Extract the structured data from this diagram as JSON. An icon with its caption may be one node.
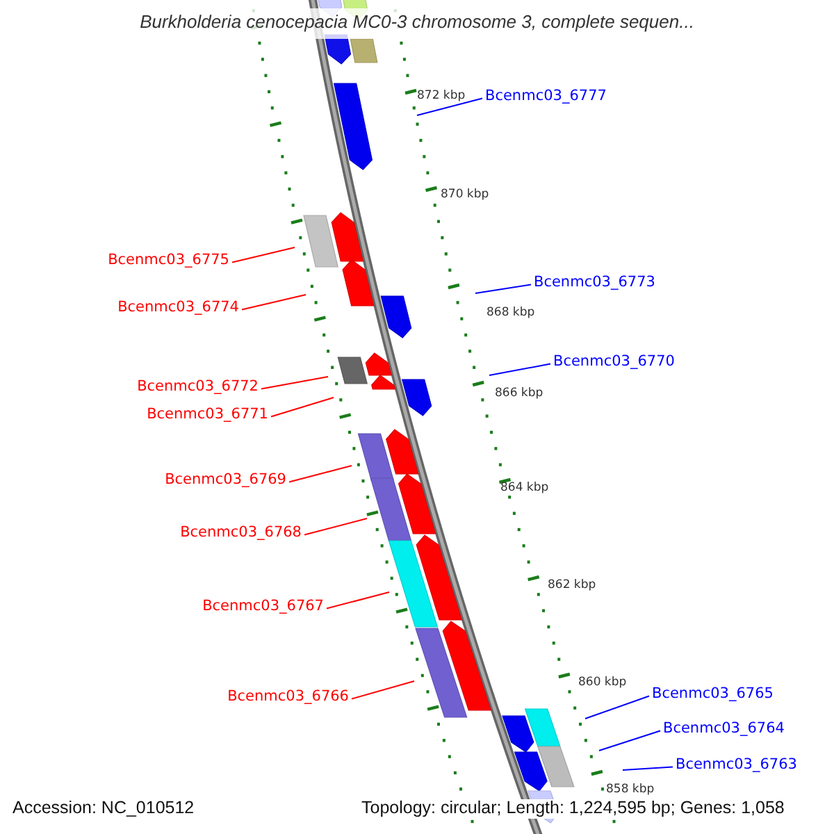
{
  "diagram": {
    "title": "Burkholderia cenocepacia MC0-3 chromosome 3, complete sequen...",
    "nodes": [
      {
        "text": [
          "Bcenmc03_6777"
        ]
      },
      {
        "text": [
          "Bcenmc03_6775"
        ]
      },
      {
        "text": [
          "Bcenmc03_6773"
        ]
      },
      {
        "text": [
          "Bcenmc03_6774"
        ]
      },
      {
        "text": [
          "Bcenmc03_6770"
        ]
      },
      {
        "text": [
          "Bcenmc03_6772"
        ]
      },
      {
        "text": [
          "Bcenmc03_6771"
        ]
      },
      {
        "text": [
          "Bcenmc03_6769"
        ]
      },
      {
        "text": [
          "Bcenmc03_6768"
        ]
      },
      {
        "text": [
          "Bcenmc03_6767"
        ]
      },
      {
        "text": [
          "Bcenmc03_6766"
        ]
      },
      {
        "text": [
          "Bcenmc03_6765"
        ]
      },
      {
        "text": [
          "Bcenmc03_6764"
        ]
      },
      {
        "text": [
          "Bcenmc03_6763"
        ]
      }
    ],
    "edges": [
      {
        "from": 0,
        "to": null,
        "arrow": "none",
        "color": "#0000ff"
      },
      {
        "from": 1,
        "to": null,
        "arrow": "none"
      },
      {
        "from": 2,
        "to": null,
        "arrow": "none",
        "color": "#0000ff"
      },
      {
        "from": 3,
        "to": null,
        "arrow": "none"
      },
      {
        "from": 4,
        "to": null,
        "arrow": "none",
        "color": "#0000ff"
      },
      {
        "from": 5,
        "to": null,
        "arrow": "none"
      },
      {
        "from": 6,
        "to": null,
        "arrow": "none"
      },
      {
        "from": 7,
        "to": null,
        "arrow": "none"
      },
      {
        "from": 8,
        "to": null,
        "arrow": "none"
      },
      {
        "from": 9,
        "to": null,
        "arrow": "none"
      },
      {
        "from": 10,
        "to": null,
        "arrow": "none"
      },
      {
        "from": 11,
        "to": null,
        "arrow": "none",
        "color": "#0000ff"
      },
      {
        "from": 12,
        "to": null,
        "arrow": "none",
        "color": "#0000ff"
      },
      {
        "from": 13,
        "to": null,
        "arrow": "none",
        "color": "#0000ff"
      }
    ],
    "labels": [
      "872 kbp",
      "870 kbp",
      "868 kbp",
      "866 kbp",
      "864 kbp",
      "862 kbp",
      "860 kbp",
      "858 kbp",
      "Accession: NC_010512",
      "Topology: circular; Length: 1,224,595 bp; Genes: 1,058"
    ]
  }
}
